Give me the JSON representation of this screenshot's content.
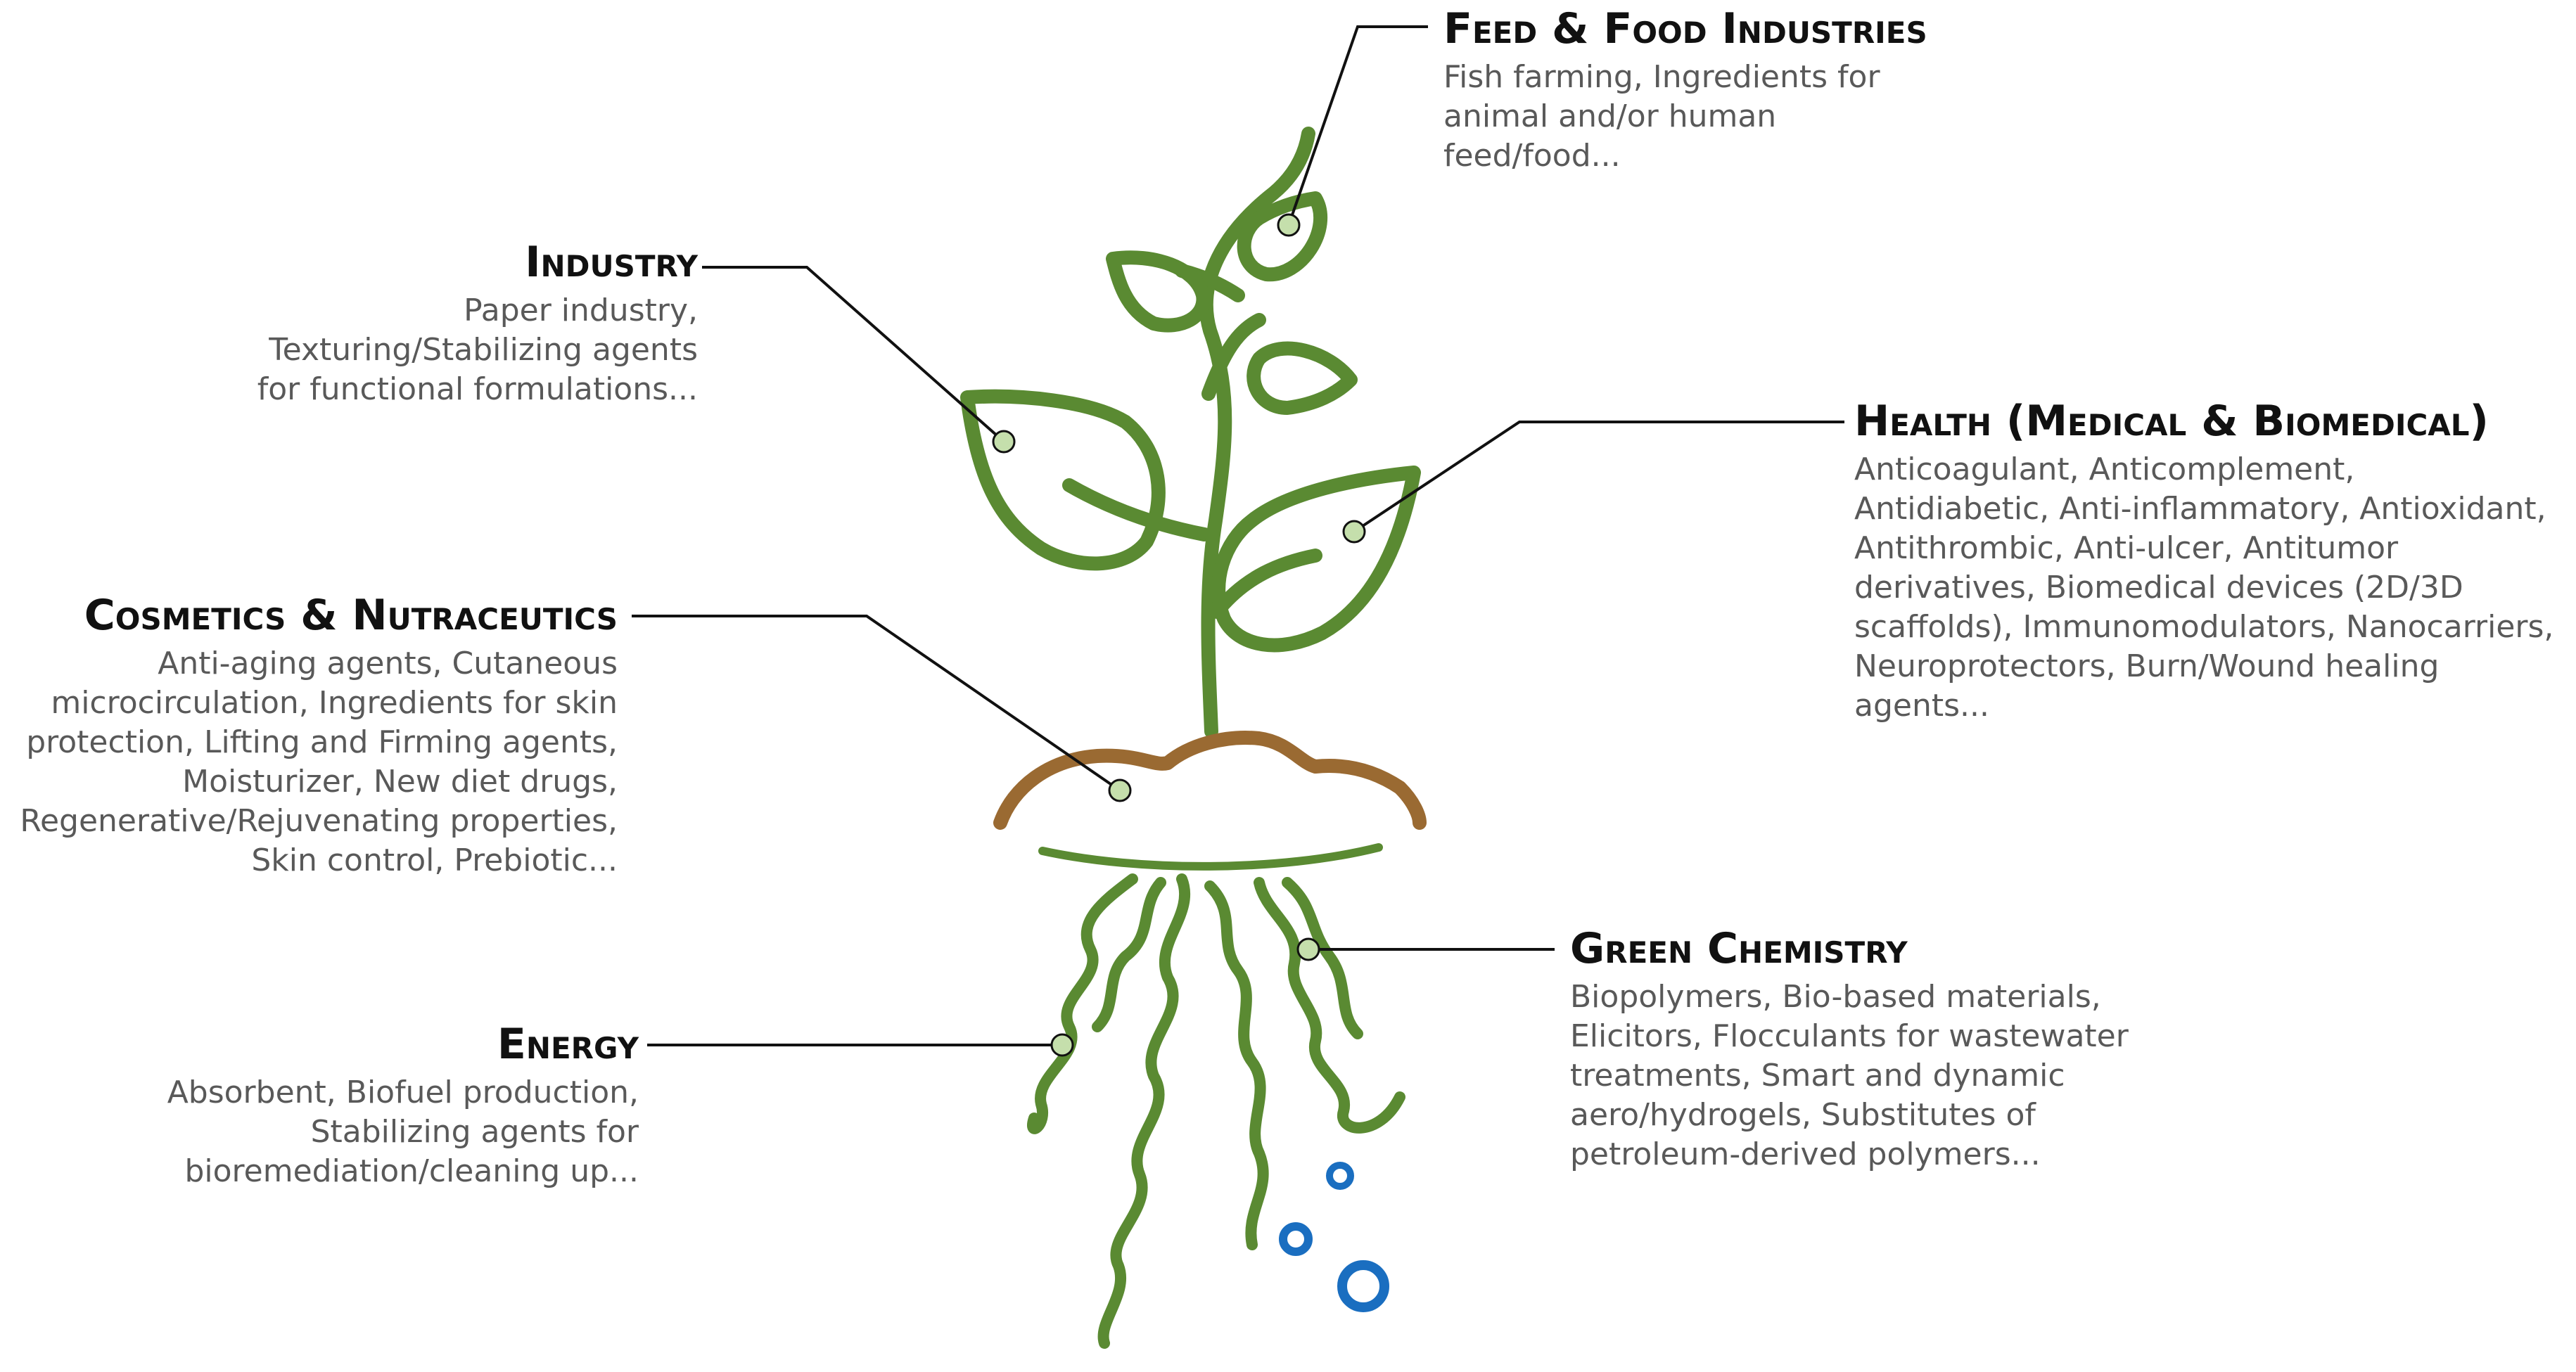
{
  "colors": {
    "plant": "#5a8a32",
    "soil": "#9a6a32",
    "bubbles": "#1a6ec0",
    "node_fill": "#c5dfac",
    "connector": "#111111",
    "title_text": "#111111",
    "desc_text": "#595959"
  },
  "categories": {
    "feed": {
      "title": "Feed & Food Industries",
      "desc": "Fish farming, Ingredients for animal and/or human feed/food..."
    },
    "industry": {
      "title": "Industry",
      "desc": "Paper industry, Texturing/Stabilizing agents for functional formulations..."
    },
    "health": {
      "title": "Health (Medical & Biomedical)",
      "desc": "Anticoagulant, Anticomplement, Antidiabetic, Anti-inflammatory, Antioxidant, Antithrombic, Anti-ulcer, Antitumor derivatives, Biomedical devices (2D/3D scaffolds), Immunomodulators, Nanocarriers, Neuroprotectors, Burn/Wound healing agents..."
    },
    "cosmetics": {
      "title": "Cosmetics & Nutraceutics",
      "desc": "Anti-aging agents, Cutaneous microcirculation, Ingredients for skin protection, Lifting and Firming agents, Moisturizer, New diet drugs, Regenerative/Rejuvenating properties, Skin control, Prebiotic..."
    },
    "energy": {
      "title": "Energy",
      "desc": "Absorbent, Biofuel production, Stabilizing agents for bioremediation/cleaning up..."
    },
    "green": {
      "title": "Green Chemistry",
      "desc": "Biopolymers, Bio-based materials, Elicitors, Flocculants for wastewater treatments, Smart and dynamic aero/hydrogels, Substitutes of petroleum-derived polymers..."
    }
  }
}
